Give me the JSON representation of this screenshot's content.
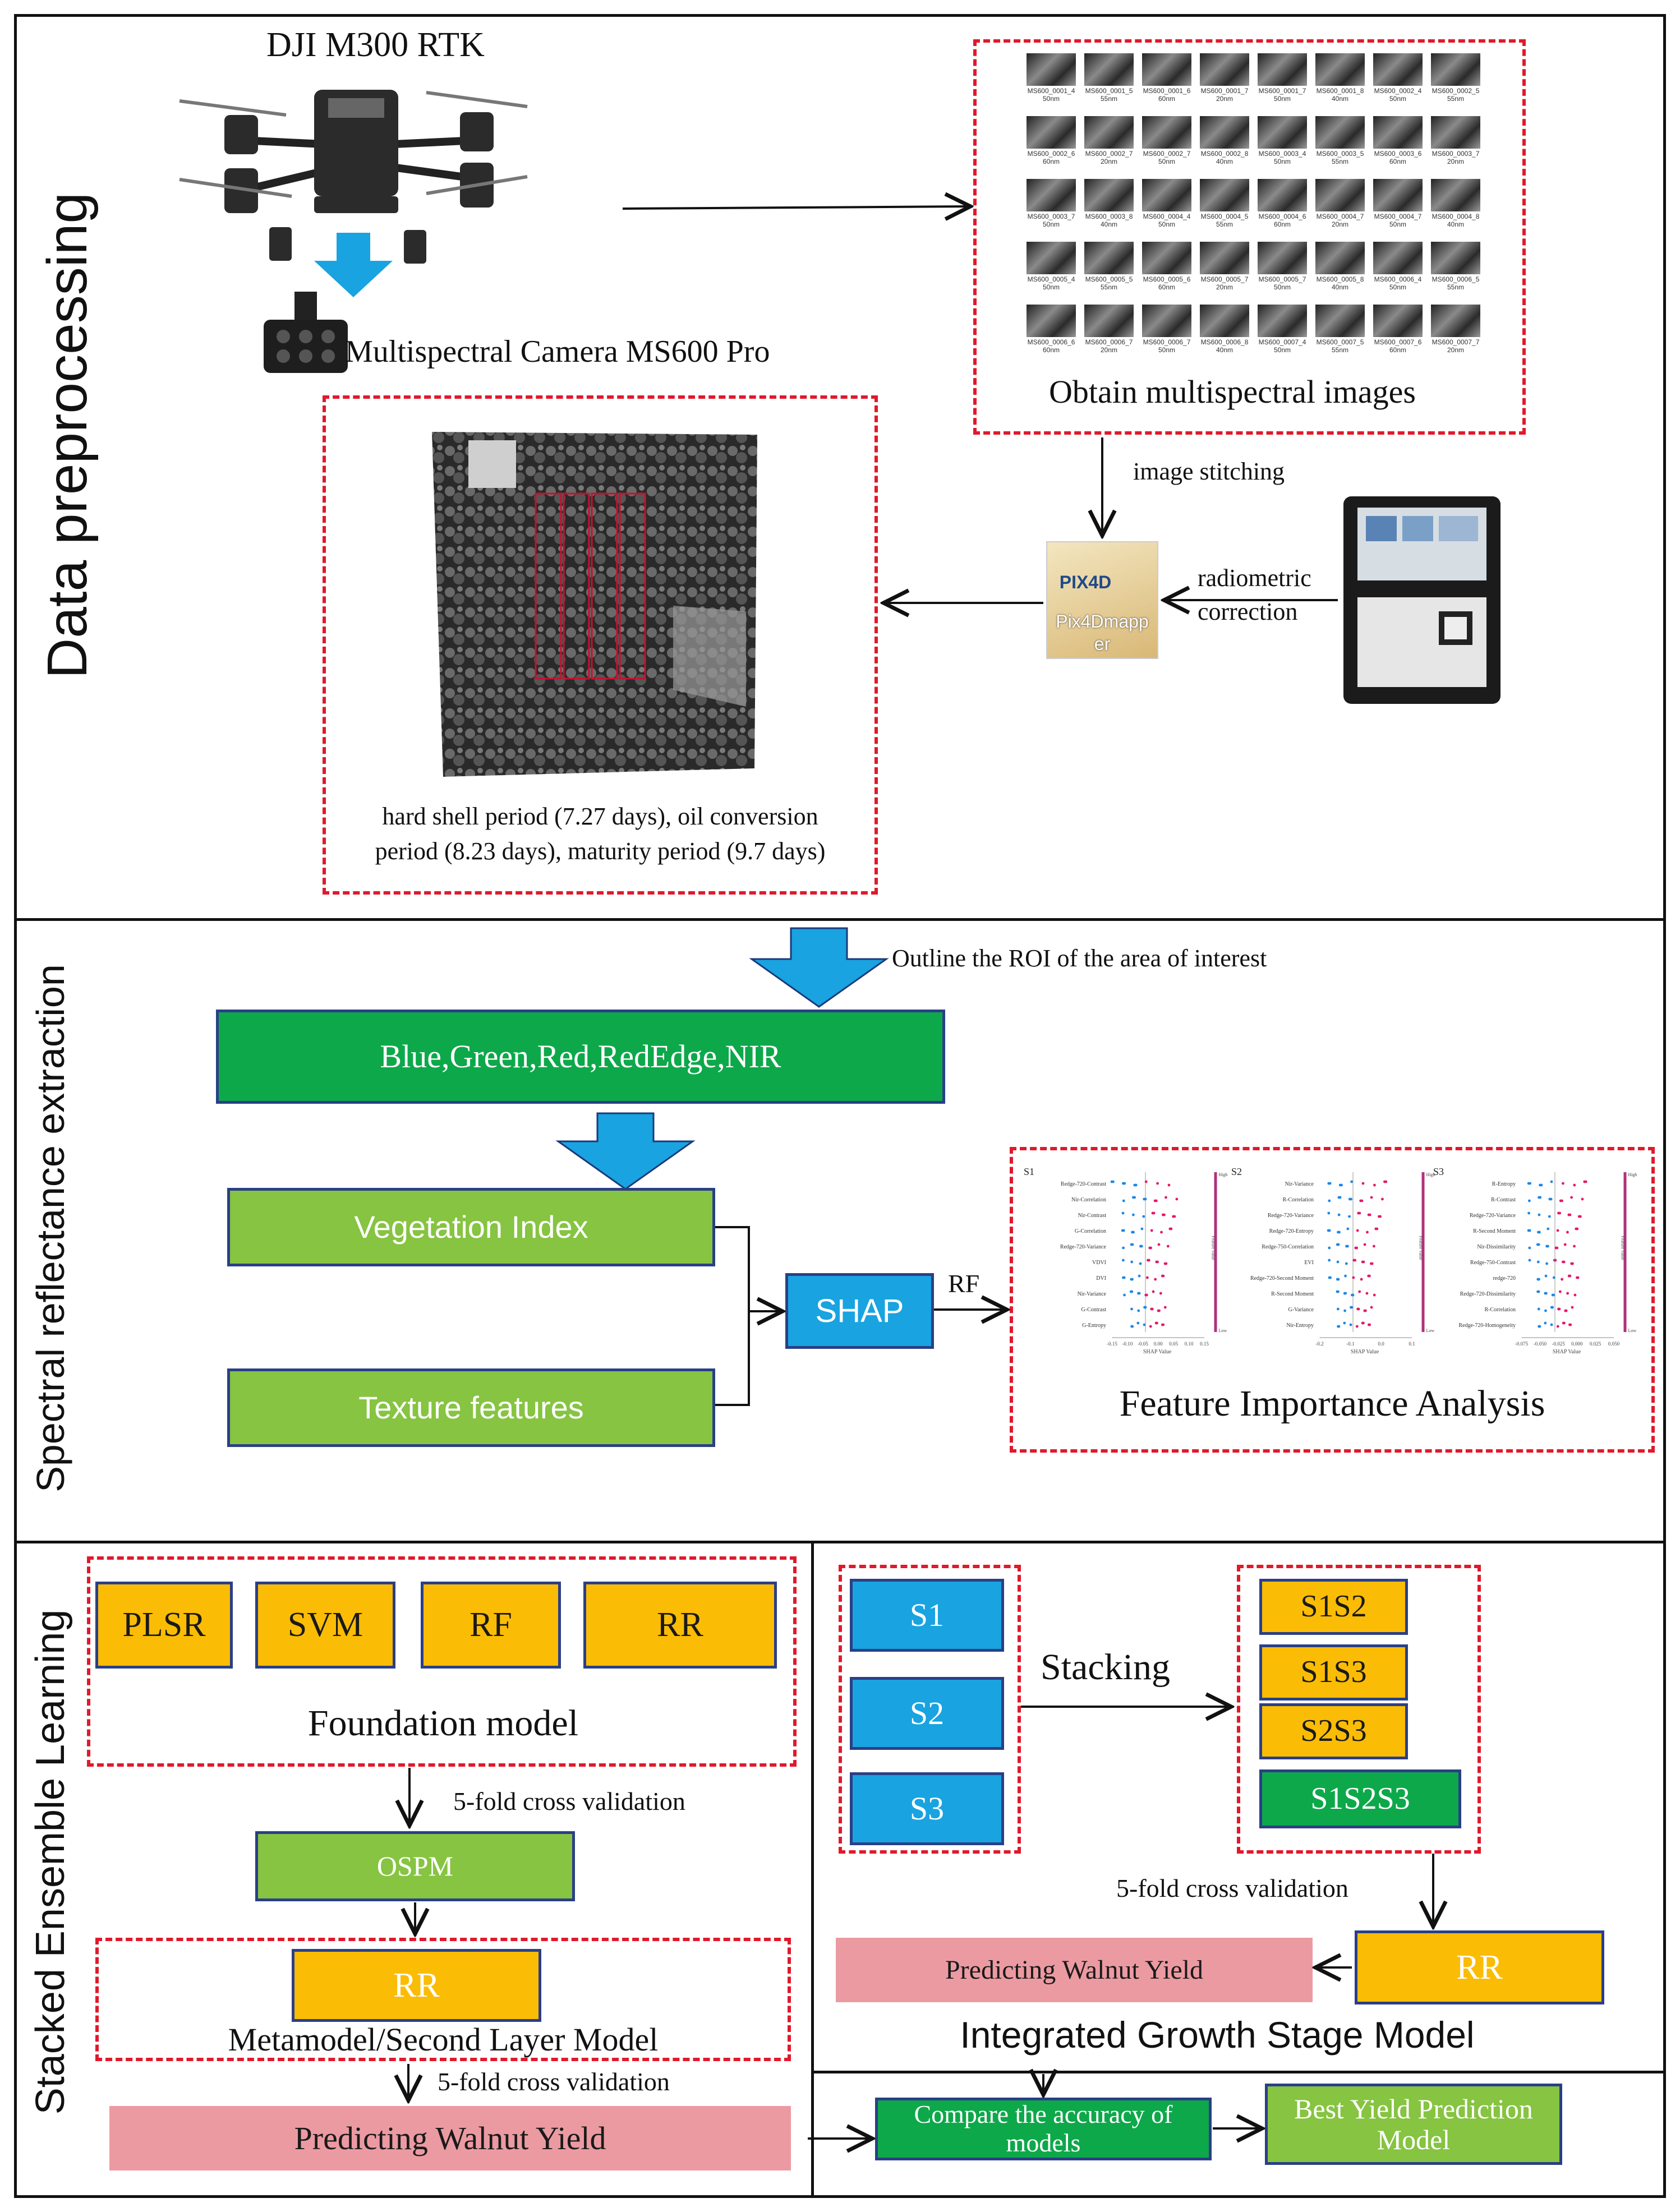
{
  "sections": {
    "data_preprocessing": "Data preprocessing",
    "spectral_extraction": "Spectral reflectance extraction",
    "stacked_ensemble": "Stacked Ensemble Learning"
  },
  "preprocessing": {
    "drone_label": "DJI M300 RTK",
    "camera_label": "Multispectral Camera MS600 Pro",
    "images_label": "Obtain multispectral images",
    "stitching_label": "image stitching",
    "radiometric_label_1": "radiometric",
    "radiometric_label_2": "correction",
    "software_brand": "PIX4D",
    "software_name_1": "Pix4Dmapp",
    "software_name_2": "er",
    "periods_line_1": "hard shell period (7.27 days), oil conversion",
    "periods_line_2": "period (8.23 days), maturity period (9.7 days)",
    "thumbnails": [
      {
        "name": "MS600_0001_4",
        "band": "50nm"
      },
      {
        "name": "MS600_0001_5",
        "band": "55nm"
      },
      {
        "name": "MS600_0001_6",
        "band": "60nm"
      },
      {
        "name": "MS600_0001_7",
        "band": "20nm"
      },
      {
        "name": "MS600_0001_7",
        "band": "50nm"
      },
      {
        "name": "MS600_0001_8",
        "band": "40nm"
      },
      {
        "name": "MS600_0002_4",
        "band": "50nm"
      },
      {
        "name": "MS600_0002_5",
        "band": "55nm"
      },
      {
        "name": "MS600_0002_6",
        "band": "60nm"
      },
      {
        "name": "MS600_0002_7",
        "band": "20nm"
      },
      {
        "name": "MS600_0002_7",
        "band": "50nm"
      },
      {
        "name": "MS600_0002_8",
        "band": "40nm"
      },
      {
        "name": "MS600_0003_4",
        "band": "50nm"
      },
      {
        "name": "MS600_0003_5",
        "band": "55nm"
      },
      {
        "name": "MS600_0003_6",
        "band": "60nm"
      },
      {
        "name": "MS600_0003_7",
        "band": "20nm"
      },
      {
        "name": "MS600_0003_7",
        "band": "50nm"
      },
      {
        "name": "MS600_0003_8",
        "band": "40nm"
      },
      {
        "name": "MS600_0004_4",
        "band": "50nm"
      },
      {
        "name": "MS600_0004_5",
        "band": "55nm"
      },
      {
        "name": "MS600_0004_6",
        "band": "60nm"
      },
      {
        "name": "MS600_0004_7",
        "band": "20nm"
      },
      {
        "name": "MS600_0004_7",
        "band": "50nm"
      },
      {
        "name": "MS600_0004_8",
        "band": "40nm"
      },
      {
        "name": "MS600_0005_4",
        "band": "50nm"
      },
      {
        "name": "MS600_0005_5",
        "band": "55nm"
      },
      {
        "name": "MS600_0005_6",
        "band": "60nm"
      },
      {
        "name": "MS600_0005_7",
        "band": "20nm"
      },
      {
        "name": "MS600_0005_7",
        "band": "50nm"
      },
      {
        "name": "MS600_0005_8",
        "band": "40nm"
      },
      {
        "name": "MS600_0006_4",
        "band": "50nm"
      },
      {
        "name": "MS600_0006_5",
        "band": "55nm"
      },
      {
        "name": "MS600_0006_6",
        "band": "60nm"
      },
      {
        "name": "MS600_0006_7",
        "band": "20nm"
      },
      {
        "name": "MS600_0006_7",
        "band": "50nm"
      },
      {
        "name": "MS600_0006_8",
        "band": "40nm"
      },
      {
        "name": "MS600_0007_4",
        "band": "50nm"
      },
      {
        "name": "MS600_0007_5",
        "band": "55nm"
      },
      {
        "name": "MS600_0007_6",
        "band": "60nm"
      },
      {
        "name": "MS600_0007_7",
        "band": "20nm"
      }
    ]
  },
  "extraction": {
    "roi_label": "Outline the ROI of the area of interest",
    "bands_box": "Blue,Green,Red,RedEdge,NIR",
    "vegetation_box": "Vegetation Index",
    "texture_box": "Texture features",
    "shap_box": "SHAP",
    "rf_label": "RF",
    "feature_label": "Feature Importance Analysis",
    "shap_panels": [
      {
        "title": "S1",
        "features": [
          "Redge-720-Contrast",
          "Nir-Correlation",
          "Nir-Contrast",
          "G-Correlation",
          "Redge-720-Variance",
          "VDVI",
          "DVI",
          "Nir-Variance",
          "G-Contrast",
          "G-Entropy"
        ],
        "xticks": [
          "-0.15",
          "-0.10",
          "-0.05",
          "0.00",
          "0.05",
          "0.10",
          "0.15"
        ],
        "xlabel": "SHAP Value"
      },
      {
        "title": "S2",
        "features": [
          "Nir-Variance",
          "R-Correlation",
          "Redge-720-Variance",
          "Redge-720-Entropy",
          "Redge-750-Correlation",
          "EVI",
          "Redge-720-Second Moment",
          "R-Second Moment",
          "G-Variance",
          "Nir-Entropy"
        ],
        "xticks": [
          "-0.2",
          "-0.1",
          "0.0",
          "0.1"
        ],
        "xlabel": "SHAP Value"
      },
      {
        "title": "S3",
        "features": [
          "R-Entropy",
          "R-Contrast",
          "Redge-720-Variance",
          "R-Second Moment",
          "Nir-Dissimilarity",
          "Redge-750-Contrast",
          "redge-720",
          "Redge-720-Dissimilarity",
          "R-Correlation",
          "Redge-720-Homogeneity"
        ],
        "xticks": [
          "-0.075",
          "-0.050",
          "-0.025",
          "0.000",
          "0.025",
          "0.050"
        ],
        "xlabel": "SHAP Value"
      }
    ],
    "colorbar_high": "High",
    "colorbar_low": "Low",
    "colorbar_label": "Feature value"
  },
  "ensemble": {
    "base_models": [
      "PLSR",
      "SVM",
      "RF",
      "RR"
    ],
    "foundation_label": "Foundation model",
    "cv_label_1": "5-fold cross validation",
    "ospm_box": "OSPM",
    "meta_box": "RR",
    "meta_label": "Metamodel/Second Layer Model",
    "cv_label_2": "5-fold cross validation",
    "predict_left": "Predicting Walnut Yield",
    "stages": [
      "S1",
      "S2",
      "S3"
    ],
    "stacking_label": "Stacking",
    "combos": [
      "S1S2",
      "S1S3",
      "S2S3",
      "S1S2S3"
    ],
    "cv_label_3": "5-fold cross validation",
    "rr_right": "RR",
    "predict_right": "Predicting Walnut Yield",
    "integrated_label": "Integrated Growth Stage Model",
    "compare_box": "Compare the accuracy of models",
    "best_box": "Best Yield Prediction Model"
  }
}
